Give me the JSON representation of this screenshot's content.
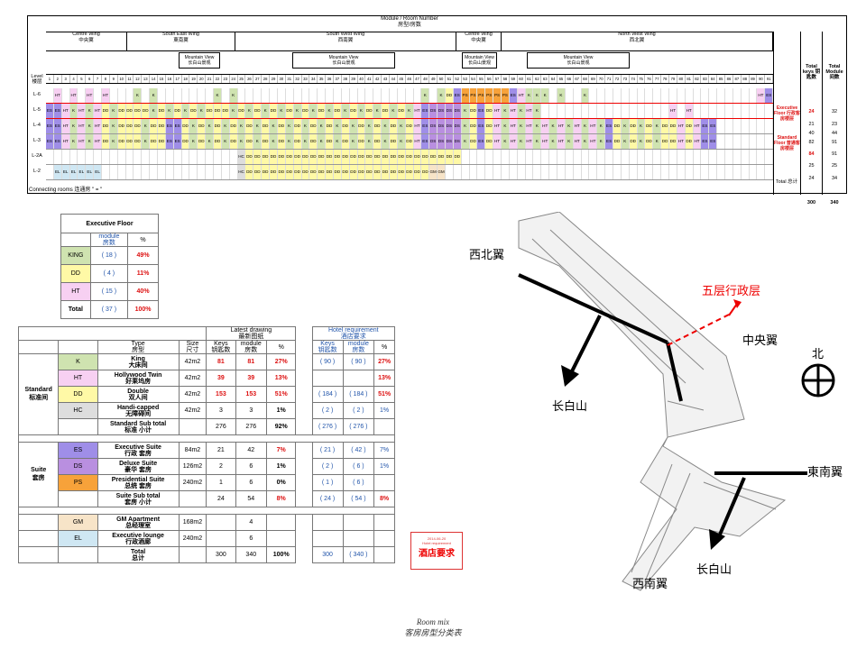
{
  "top": {
    "header_title": "Module / Room Number",
    "header_subtitle": "房型/房数",
    "level_label": "Level",
    "level_label_cn": "楼层",
    "wings": [
      {
        "en": "Centre Wing",
        "cn": "中央翼"
      },
      {
        "en": "South East Wing",
        "cn": "東南翼"
      },
      {
        "en": "South West Wing",
        "cn": "西南翼"
      },
      {
        "en": "Centre Wing",
        "cn": "中央翼"
      },
      {
        "en": "North West Wing",
        "cn": "西北翼"
      }
    ],
    "views": [
      {
        "en": "Mountain View",
        "cn": "长白山景观"
      },
      {
        "en": "Mountain View",
        "cn": "长白山景观"
      },
      {
        "en": "Mountain View",
        "cn": "长白山景观"
      },
      {
        "en": "Mountain View",
        "cn": "长白山景观"
      }
    ],
    "levels": [
      "L-6",
      "L-5",
      "L-4",
      "L-3",
      "L-2A",
      "L-2"
    ],
    "exec_floor_label": "Executive Floor 行政客房楼层",
    "std_floor_label": "Standard Floor 普通客房楼层",
    "col_keys": "Total keys 钥匙数",
    "col_module": "Total Module 间数",
    "keys": [
      "24",
      "21",
      "40",
      "82",
      "84",
      "25",
      "24"
    ],
    "modules": [
      "32",
      "23",
      "44",
      "91",
      "91",
      "25",
      "34"
    ],
    "total_label": "Total 总计",
    "total_keys": "300",
    "total_module": "340",
    "connecting_note": "Connecting rooms 连通房 \" = \""
  },
  "exec_table": {
    "title": "Executive Floor",
    "col_module": "module",
    "col_module_cn": "房数",
    "col_pct": "%",
    "rows": [
      {
        "type": "KING",
        "module": "( 18 )",
        "pct": "49%"
      },
      {
        "type": "DD",
        "module": "( 4 )",
        "pct": "11%"
      },
      {
        "type": "HT",
        "module": "( 15 )",
        "pct": "40%"
      },
      {
        "type": "Total",
        "module": "( 37 )",
        "pct": "100%"
      }
    ]
  },
  "mix_table": {
    "latest_title": "Latest drawing",
    "latest_title_cn": "最新图纸",
    "hotel_title": "Hotel requirement",
    "hotel_title_cn": "酒店要求",
    "h_type": "Type",
    "h_type_cn": "房型",
    "h_size": "Size",
    "h_size_cn": "尺寸",
    "h_keys": "Keys",
    "h_keys_cn": "钥匙数",
    "h_module": "module",
    "h_module_cn": "房数",
    "h_pct": "%",
    "standard_label": "Standard",
    "standard_label_cn": "标准间",
    "suite_label": "Suite",
    "suite_label_cn": "套房",
    "rows": [
      {
        "code": "K",
        "name": "King",
        "name_cn": "大床间",
        "size": "42m2",
        "keys": "81",
        "module": "81",
        "pct": "27%",
        "h_keys": "( 90 )",
        "h_module": "( 90 )",
        "h_pct": "27%"
      },
      {
        "code": "HT",
        "name": "Hollywood Twin",
        "name_cn": "好莱坞房",
        "size": "42m2",
        "keys": "39",
        "module": "39",
        "pct": "13%",
        "h_keys": "",
        "h_module": "",
        "h_pct": "13%"
      },
      {
        "code": "DD",
        "name": "Double",
        "name_cn": "双人间",
        "size": "42m2",
        "keys": "153",
        "module": "153",
        "pct": "51%",
        "h_keys": "( 184 )",
        "h_module": "( 184 )",
        "h_pct": "51%"
      },
      {
        "code": "HC",
        "name": "Handi-capped",
        "name_cn": "无障碍间",
        "size": "42m2",
        "keys": "3",
        "module": "3",
        "pct": "1%",
        "h_keys": "( 2 )",
        "h_module": "( 2 )",
        "h_pct": "1%"
      },
      {
        "code": "",
        "name": "Standard Sub total",
        "name_cn": "标准 小计",
        "size": "",
        "keys": "276",
        "module": "276",
        "pct": "92%",
        "h_keys": "( 276 )",
        "h_module": "( 276 )",
        "h_pct": ""
      },
      {
        "code": "ES",
        "name": "Executive Suite",
        "name_cn": "行政 套房",
        "size": "84m2",
        "keys": "21",
        "module": "42",
        "pct": "7%",
        "h_keys": "( 21 )",
        "h_module": "( 42 )",
        "h_pct": "7%"
      },
      {
        "code": "DS",
        "name": "Deluxe Suite",
        "name_cn": "豪华 套房",
        "size": "126m2",
        "keys": "2",
        "module": "6",
        "pct": "1%",
        "h_keys": "( 2 )",
        "h_module": "( 6 )",
        "h_pct": "1%"
      },
      {
        "code": "PS",
        "name": "Presidential Suite",
        "name_cn": "总统 套房",
        "size": "240m2",
        "keys": "1",
        "module": "6",
        "pct": "0%",
        "h_keys": "( 1 )",
        "h_module": "( 6 )",
        "h_pct": ""
      },
      {
        "code": "",
        "name": "Suite Sub total",
        "name_cn": "套房 小计",
        "size": "",
        "keys": "24",
        "module": "54",
        "pct": "8%",
        "h_keys": "( 24 )",
        "h_module": "( 54 )",
        "h_pct": "8%"
      },
      {
        "code": "GM",
        "name": "GM Apartment",
        "name_cn": "总经理室",
        "size": "168m2",
        "keys": "",
        "module": "4",
        "pct": "",
        "h_keys": "",
        "h_module": "",
        "h_pct": ""
      },
      {
        "code": "EL",
        "name": "Executive lounge",
        "name_cn": "行政酒廊",
        "size": "240m2",
        "keys": "",
        "module": "6",
        "pct": "",
        "h_keys": "",
        "h_module": "",
        "h_pct": ""
      },
      {
        "code": "",
        "name": "Total",
        "name_cn": "总计",
        "size": "",
        "keys": "300",
        "module": "340",
        "pct": "100%",
        "h_keys": "300",
        "h_module": "( 340 )",
        "h_pct": ""
      }
    ]
  },
  "stamp": {
    "date": "2014-06-20",
    "line2": "Hotel requirement",
    "text": "酒店要求"
  },
  "map": {
    "nw": "西北翼",
    "exec5": "五层行政层",
    "centre": "中央翼",
    "north": "北",
    "changbai1": "长白山",
    "se": "東南翼",
    "changbai2": "长白山",
    "sw": "西南翼"
  },
  "caption": {
    "en": "Room mix",
    "cn": "客房房型分类表"
  },
  "colors": {
    "K": "#cfe3b0",
    "HT": "#f7d0f2",
    "DD": "#fff9a6",
    "HC": "#dddddd",
    "ES": "#9f8ee8",
    "DS": "#b98fe0",
    "PS": "#f7a23a",
    "GM": "#f7e4c8",
    "EL": "#cfe7f3",
    "red": "#dd1111"
  }
}
